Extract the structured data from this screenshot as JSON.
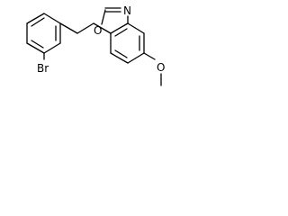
{
  "molecule": {
    "atoms": {
      "bromine": "Br",
      "nitrogen": "N",
      "carbonyl_oxygen": "O",
      "methoxy_oxygen": "O"
    },
    "colors": {
      "bond": "#000000",
      "label": "#000000",
      "background": "#ffffff"
    }
  }
}
